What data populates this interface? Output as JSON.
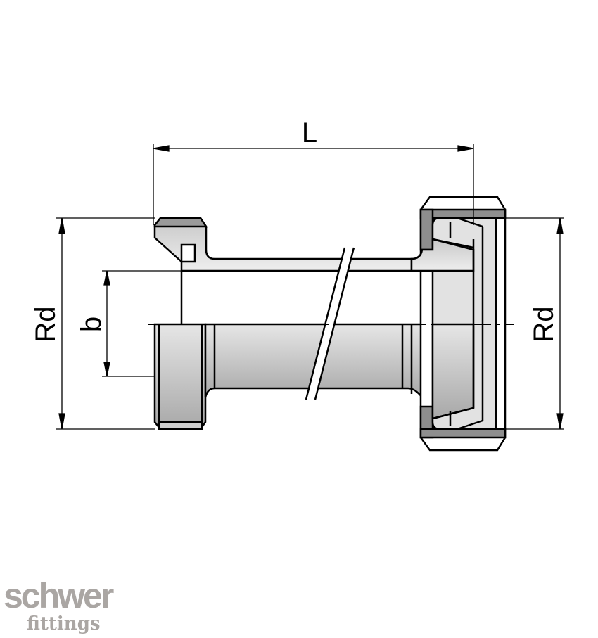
{
  "drawing": {
    "dimensions": {
      "length_label": "L",
      "left_diameter_label": "Rd",
      "bore_label": "b",
      "right_diameter_label": "Rd"
    }
  },
  "logo": {
    "line1": "schwer",
    "line2": "fittings",
    "color": "#aaa6a3"
  }
}
